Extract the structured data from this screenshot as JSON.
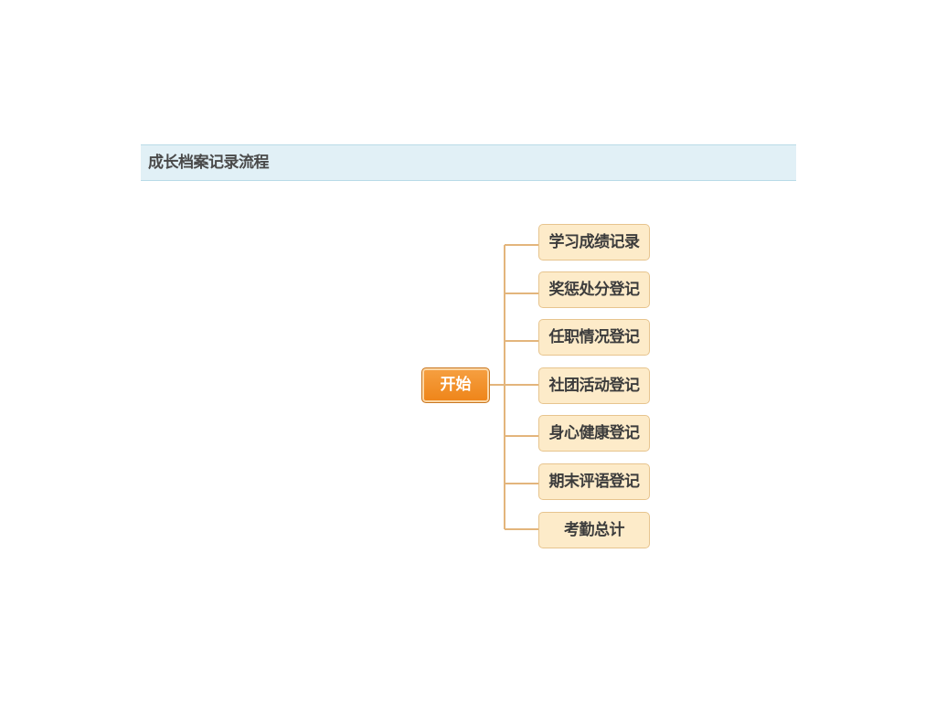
{
  "panel": {
    "title": "成长档案记录流程"
  },
  "flow": {
    "start_label": "开始",
    "steps": [
      "学习成绩记录",
      "奖惩处分登记",
      "任职情况登记",
      "社团活动登记",
      "身心健康登记",
      "期末评语登记",
      "考勤总计"
    ]
  },
  "colors": {
    "header_bg": "#e1f0f6",
    "start_node": "#ee8418",
    "step_node_bg": "#fdebc9",
    "connector": "#e3b57c"
  }
}
